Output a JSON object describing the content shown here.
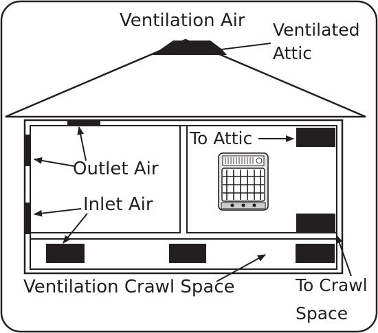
{
  "labels": {
    "ventilation_air": "Ventilation Air",
    "ventilated_attic_line1": "Ventilated",
    "ventilated_attic_line2": "Attic",
    "to_attic": "To Attic",
    "outlet_air": "Outlet Air",
    "inlet_air": "Inlet Air",
    "ventilation_crawl_space": "Ventilation Crawl Space",
    "to_crawl_line1": "To Crawl",
    "to_crawl_line2": "Space"
  },
  "colors": {
    "line": "#231f20",
    "fill": "#231f20",
    "background": "#ffffff",
    "heater_grey": "#d9d9d9"
  },
  "icons": {
    "heater": "wall-heater-icon"
  }
}
